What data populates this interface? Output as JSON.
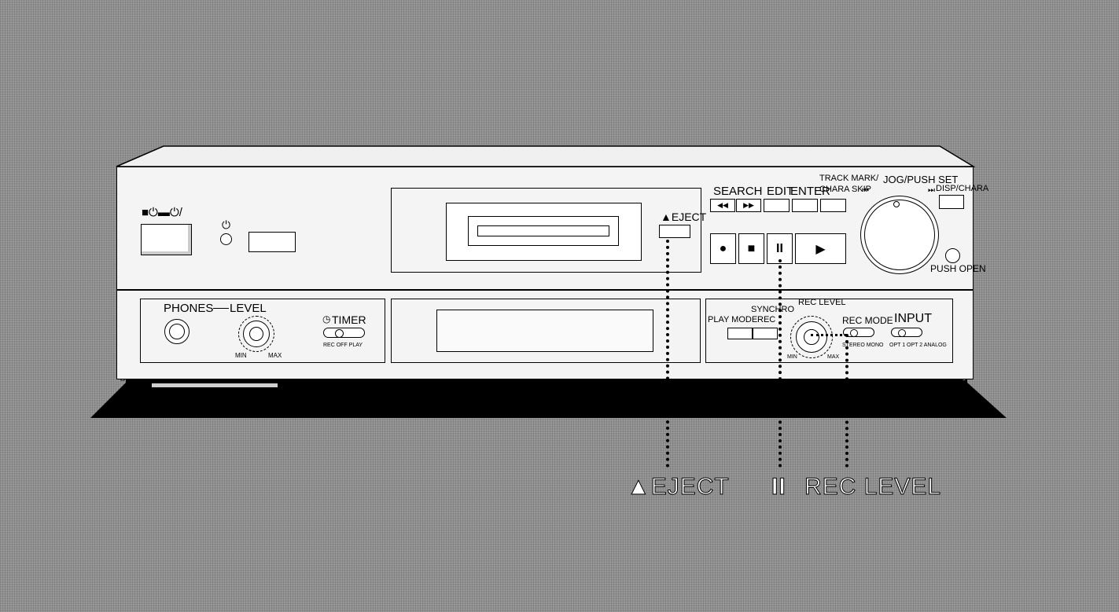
{
  "device": {
    "power_symbols": "■⏻▬⏻/",
    "standby_symbol": "⏻",
    "eject_label": "▲EJECT",
    "search_label": "SEARCH",
    "edit_label": "EDIT",
    "enter_label": "ENTER",
    "track_mark_label": "TRACK MARK/",
    "chara_skip_label": "CHARA SKIP",
    "jog_label": "JOG/PUSH SET",
    "jog_prev": "⏮",
    "jog_next": "⏭",
    "disp_label": "DISP/CHARA",
    "push_open_label": "PUSH OPEN",
    "phones_label": "PHONES",
    "level_label": "LEVEL",
    "min_label": "MIN",
    "max_label": "MAX",
    "timer_label": "TIMER",
    "timer_options": "REC OFF PLAY",
    "synchro_label": "SYNCHRO",
    "rec_label": "REC",
    "play_mode_label": "PLAY MODE",
    "rec_level_label": "REC LEVEL",
    "rec_mode_label": "REC MODE",
    "rec_mode_options": "STEREO MONO",
    "input_label": "INPUT",
    "input_options": "OPT 1 OPT 2 ANALOG",
    "rewind_symbol": "◀◀",
    "ffwd_symbol": "▶▶",
    "record_symbol": "●",
    "stop_symbol": "■",
    "pause_symbol": "II",
    "play_symbol": "▶"
  },
  "callouts": {
    "eject": "▲EJECT",
    "pause": "II",
    "rec_level": "REC LEVEL"
  }
}
